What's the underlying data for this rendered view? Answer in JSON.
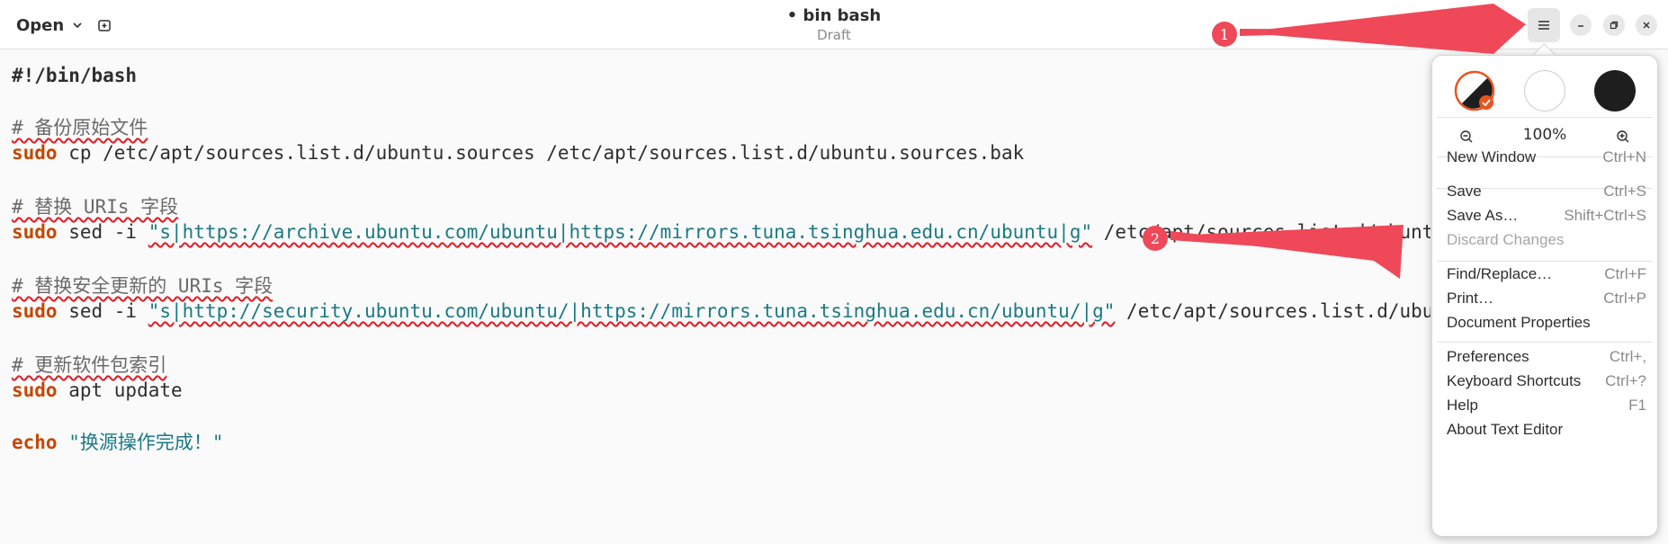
{
  "header": {
    "open_label": "Open",
    "title": "• bin bash",
    "subtitle": "Draft"
  },
  "editor": {
    "lines": [
      "#!/bin/bash",
      "# 备份原始文件",
      "sudo",
      " cp /etc/apt/sources.list.d/ubuntu.sources /etc/apt/sources.list.d/ubuntu.sources.bak",
      "# 替换 URIs 字段",
      "sudo",
      " sed -i ",
      "\"s|https://archive.ubuntu.com/ubuntu|https://mirrors.tuna.tsinghua.edu.cn/ubuntu|g\"",
      " /etc/apt/sources.list.d/ubuntu.so",
      "# 替换安全更新的 URIs 字段",
      "sudo",
      " sed -i ",
      "\"s|http://security.ubuntu.com/ubuntu/|https://mirrors.tuna.tsinghua.edu.cn/ubuntu/|g\"",
      " /etc/apt/sources.list.d/ubuntu.sou",
      "# 更新软件包索引",
      "sudo",
      " apt update",
      "echo",
      "\"换源操作完成！\""
    ]
  },
  "menu": {
    "zoom_level": "100%",
    "items": [
      {
        "label": "New Window",
        "accel": "Ctrl+N"
      },
      {
        "label": "Save",
        "accel": "Ctrl+S"
      },
      {
        "label": "Save As…",
        "accel": "Shift+Ctrl+S"
      },
      {
        "label": "Discard Changes",
        "accel": ""
      },
      {
        "label": "Find/Replace…",
        "accel": "Ctrl+F"
      },
      {
        "label": "Print…",
        "accel": "Ctrl+P"
      },
      {
        "label": "Document Properties",
        "accel": ""
      },
      {
        "label": "Preferences",
        "accel": "Ctrl+,"
      },
      {
        "label": "Keyboard Shortcuts",
        "accel": "Ctrl+?"
      },
      {
        "label": "Help",
        "accel": "F1"
      },
      {
        "label": "About Text Editor",
        "accel": ""
      }
    ]
  },
  "annotations": {
    "marker_1": "1",
    "marker_2": "2"
  },
  "colors": {
    "keyword": "#c64600",
    "string": "#1b7a85",
    "annotation": "#ef4859"
  },
  "icons": [
    "chevron-down-icon",
    "new-tab-icon",
    "hamburger-menu-icon",
    "minimize-icon",
    "restore-icon",
    "close-icon",
    "zoom-out-icon",
    "zoom-in-icon",
    "checkmark-icon"
  ]
}
